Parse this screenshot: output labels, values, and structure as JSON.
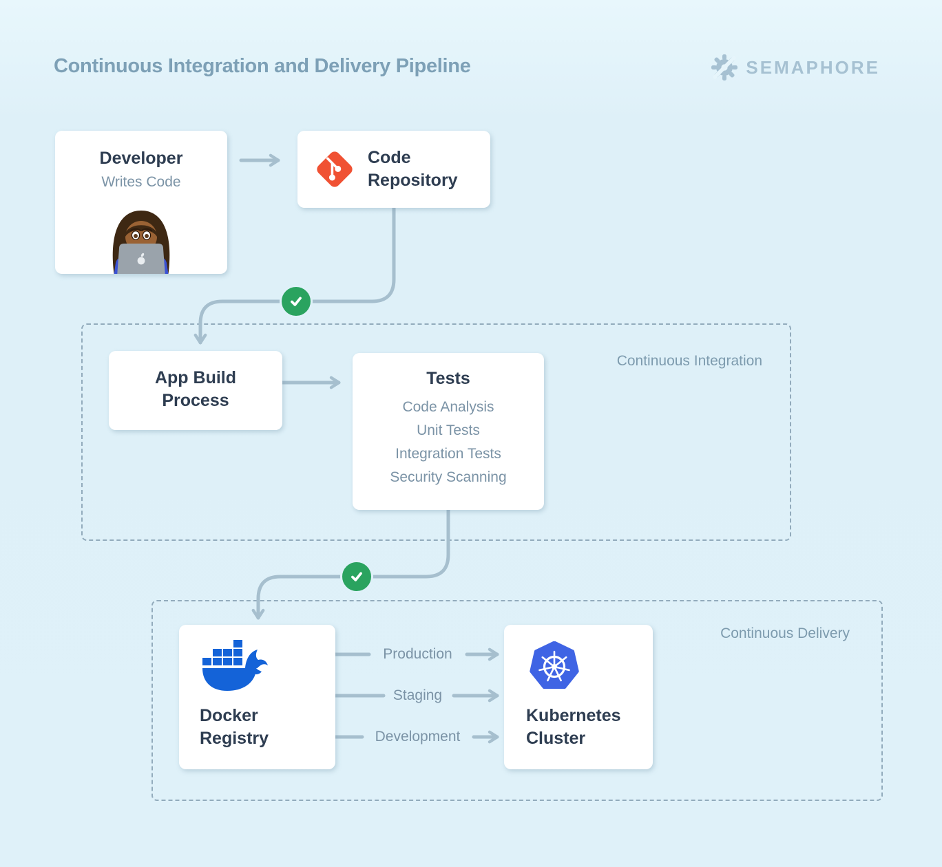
{
  "header": {
    "title": "Continuous Integration and Delivery Pipeline",
    "brand_name": "SEMAPHORE"
  },
  "sections": {
    "ci_label": "Continuous Integration",
    "cd_label": "Continuous Delivery"
  },
  "nodes": {
    "developer": {
      "title": "Developer",
      "subtitle": "Writes Code"
    },
    "code_repository": {
      "title": "Code Repository"
    },
    "app_build": {
      "title": "App Build Process"
    },
    "tests": {
      "title": "Tests",
      "items": [
        "Code Analysis",
        "Unit Tests",
        "Integration Tests",
        "Security Scanning"
      ]
    },
    "docker_registry": {
      "title": "Docker Registry"
    },
    "kubernetes_cluster": {
      "title": "Kubernetes Cluster"
    }
  },
  "edges": {
    "deploy_labels": [
      "Production",
      "Staging",
      "Development"
    ]
  },
  "icons": {
    "brand": "semaphore-gear-icon",
    "developer": "woman-technologist-emoji",
    "code_repository": "git-icon",
    "docker": "docker-whale-icon",
    "kubernetes": "kubernetes-helm-icon",
    "status": "check-circle-icon"
  },
  "colors": {
    "background": "#dff1f9",
    "title_text": "#7da0b6",
    "brand_text": "#a6c1d2",
    "node_title_text": "#2e3d51",
    "secondary_text": "#7b93a6",
    "section_label_text": "#7d9bae",
    "connector": "#a6bfce",
    "dashed_border": "#92abbc",
    "success_green": "#2aa35f",
    "git_orange": "#f05133",
    "docker_blue": "#1463d8",
    "kubernetes_blue": "#3f64e4",
    "card_background": "#ffffff"
  }
}
